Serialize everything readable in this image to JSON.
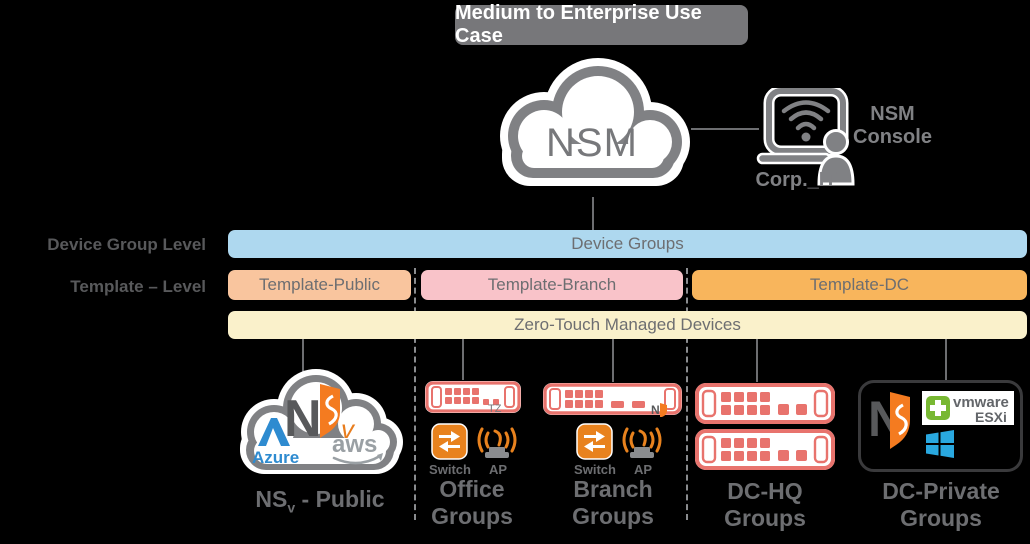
{
  "title": "Medium to Enterprise Use Case",
  "nsm_cloud": {
    "label": "NSM"
  },
  "console": {
    "line1": "NSM",
    "line2": "Console",
    "caption": "Corp._IT"
  },
  "row_labels": {
    "device_group": "Device Group Level",
    "template": "Template – Level"
  },
  "bars": {
    "device_groups": "Device Groups",
    "template_public": "Template-Public",
    "template_branch": "Template-Branch",
    "template_dc": "Template-DC",
    "zero_touch": "Zero-Touch Managed Devices"
  },
  "groups": {
    "nsv": {
      "prefix": "NS",
      "sub": "v",
      "suffix": " - Public",
      "logos": {
        "ns_n": "N",
        "ns_v": "v",
        "azure": "Azure",
        "aws": "aws"
      }
    },
    "office": {
      "line1": "Office",
      "line2": "Groups",
      "firewall_tag": "TZ",
      "switch_label": "Switch",
      "ap_label": "AP"
    },
    "branch": {
      "line1": "Branch",
      "line2": "Groups",
      "switch_label": "Switch",
      "ap_label": "AP",
      "ns_mini": "N"
    },
    "dc_hq": {
      "line1": "DC-HQ",
      "line2": "Groups"
    },
    "dc_private": {
      "line1": "DC-Private",
      "line2": "Groups",
      "logos": {
        "ns_n": "N",
        "vmware": "vmware",
        "esxi": "ESXi"
      }
    }
  },
  "colors": {
    "background": "#000000",
    "banner_bg": "#77777a",
    "cloud_gray": "#808184",
    "text_gray": "#6d6e71",
    "device_groups_bar": "#aed8ef",
    "template_public_bar": "#f9c59e",
    "template_branch_bar": "#f9c3c9",
    "template_dc_bar": "#f8b55c",
    "zero_touch_bar": "#faf1cb",
    "appliance_salmon": "#e8736d",
    "switch_ap_orange": "#e8821e",
    "sonicwall_orange": "#f47b20",
    "azure_blue": "#2e8bd0",
    "aws_gray": "#9aa0a4",
    "vmware_green": "#78b833",
    "windows_blue": "#29a8e0"
  }
}
